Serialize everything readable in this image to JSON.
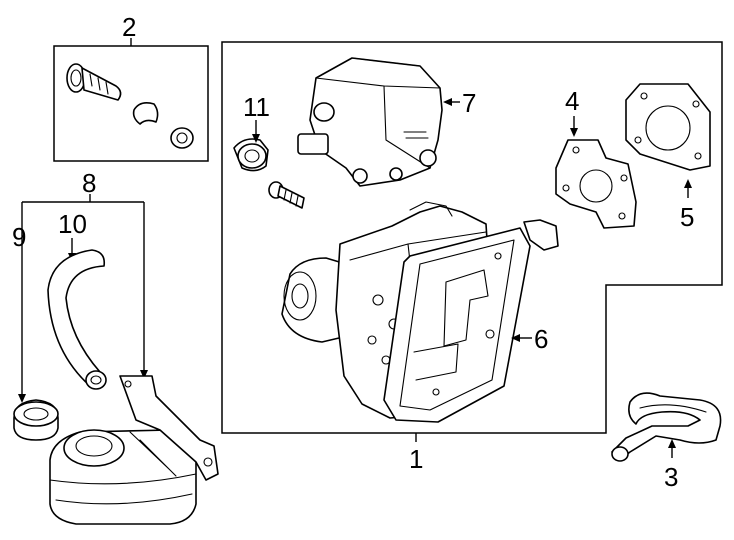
{
  "callouts": {
    "c1": "1",
    "c2": "2",
    "c3": "3",
    "c4": "4",
    "c5": "5",
    "c6": "6",
    "c7": "7",
    "c8": "8",
    "c9": "9",
    "c10": "10",
    "c11": "11"
  },
  "parts": {
    "p1": "abs-modulator-assembly",
    "p2": "mounting-bolt-and-bushing-kit",
    "p3": "brake-hose",
    "p4": "gasket-small",
    "p5": "gasket-large",
    "p6": "control-unit",
    "p7": "pressure-sensor-valve",
    "p8": "reservoir-assembly",
    "p9": "reservoir-cap",
    "p10": "reservoir-hose",
    "p11": "bushing"
  },
  "colors": {
    "line": "#000000",
    "background": "#ffffff"
  }
}
